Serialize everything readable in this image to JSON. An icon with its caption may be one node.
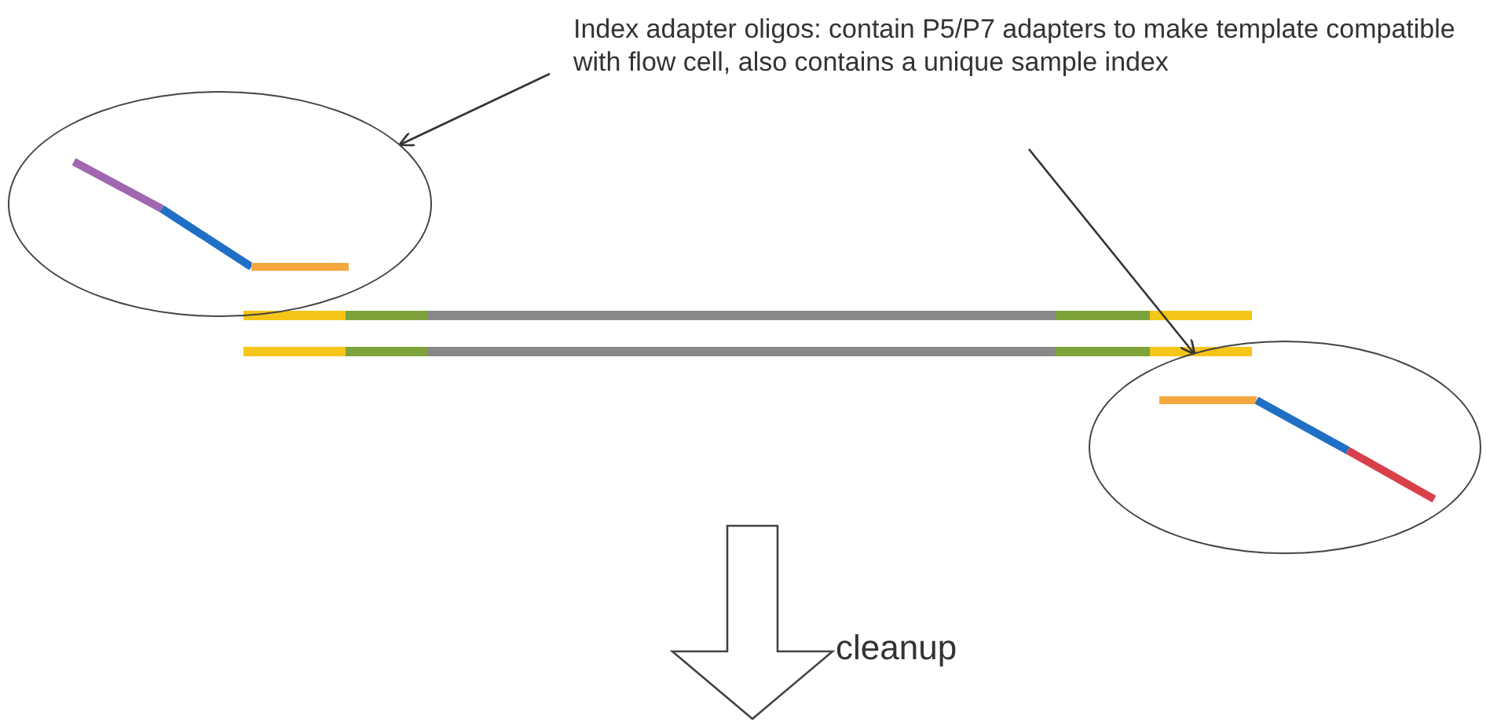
{
  "diagram": {
    "nodes": [
      {
        "text": [
          "Index adapter oligos: contain P5/P7 adapters to make template compatible with flow cell, also contains a unique sample index"
        ]
      },
      {
        "text": [],
        "shape": "circle"
      },
      {
        "text": [],
        "shape": "circle"
      }
    ],
    "edges": [
      {
        "from": 0,
        "to": 1,
        "arrow": "to"
      },
      {
        "from": 0,
        "to": 2,
        "arrow": "to"
      }
    ],
    "labels": [
      "cleanup"
    ]
  }
}
